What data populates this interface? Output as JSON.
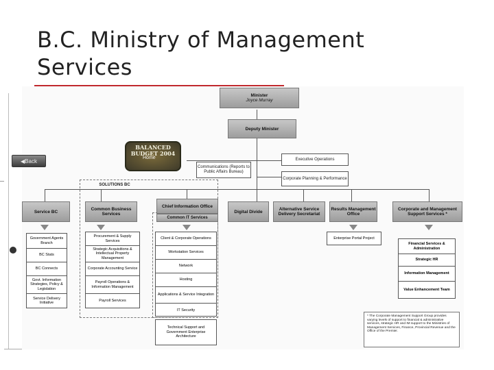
{
  "slide": {
    "title": "B.C. Ministry of Management Services",
    "title_color": "#222222",
    "accent_color": "#c0282d"
  },
  "nav": {
    "back_label": "◀Back",
    "budget_line1": "BALANCED",
    "budget_line2": "BUDGET 2004",
    "home_label": "Home"
  },
  "org": {
    "minister": {
      "label": "Minister",
      "name": "Joyce Murray"
    },
    "deputy": "Deputy Minister",
    "executive_ops": "Executive Operations",
    "communications": "Communications (Reports to Public Affairs Bureau)",
    "corporate_planning": "Corporate Planning & Performance",
    "solutions_bc": "SOLUTIONS BC",
    "common_it": "Common IT Services",
    "units": [
      {
        "name": "Service BC"
      },
      {
        "name": "Common Business Services"
      },
      {
        "name": "Chief Information Office"
      },
      {
        "name": "Digital Divide"
      },
      {
        "name": "Alternative Service Delivery Secretariat"
      },
      {
        "name": "Results Management Office"
      },
      {
        "name": "Corporate and Management Support Services *"
      }
    ],
    "service_bc_items": [
      "Government Agents Branch",
      "BC Stats",
      "BC Connects",
      "Govt. Information Strategies, Policy & Legislation",
      "Service Delivery Initiative"
    ],
    "common_business_items": [
      "Procurement & Supply Services",
      "Strategic Acquisitions & Intellectual Property Management",
      "Corporate Accounting Service",
      "Payroll Operations & Information Management",
      "Payroll Services"
    ],
    "cio_items": [
      "Client & Corporate Operations",
      "Workstation Services",
      "Network",
      "Hosting",
      "Applications & Service Integration",
      "IT Security"
    ],
    "technical_support": "Technical Support and Government Enterprise Architecture",
    "enterprise_portal": "Enterprise Portal Project",
    "corporate_items": [
      "Financial Services & Administration",
      "Strategic HR",
      "Information Management",
      "Value Enhancement Team"
    ],
    "footnote": "* The Corporate Management Support Group provides varying levels of support to financial & administrative services, strategic HR and IM support to the Ministries of Management Services, Finance, Provincial Revenue and the Office of the Premier."
  }
}
